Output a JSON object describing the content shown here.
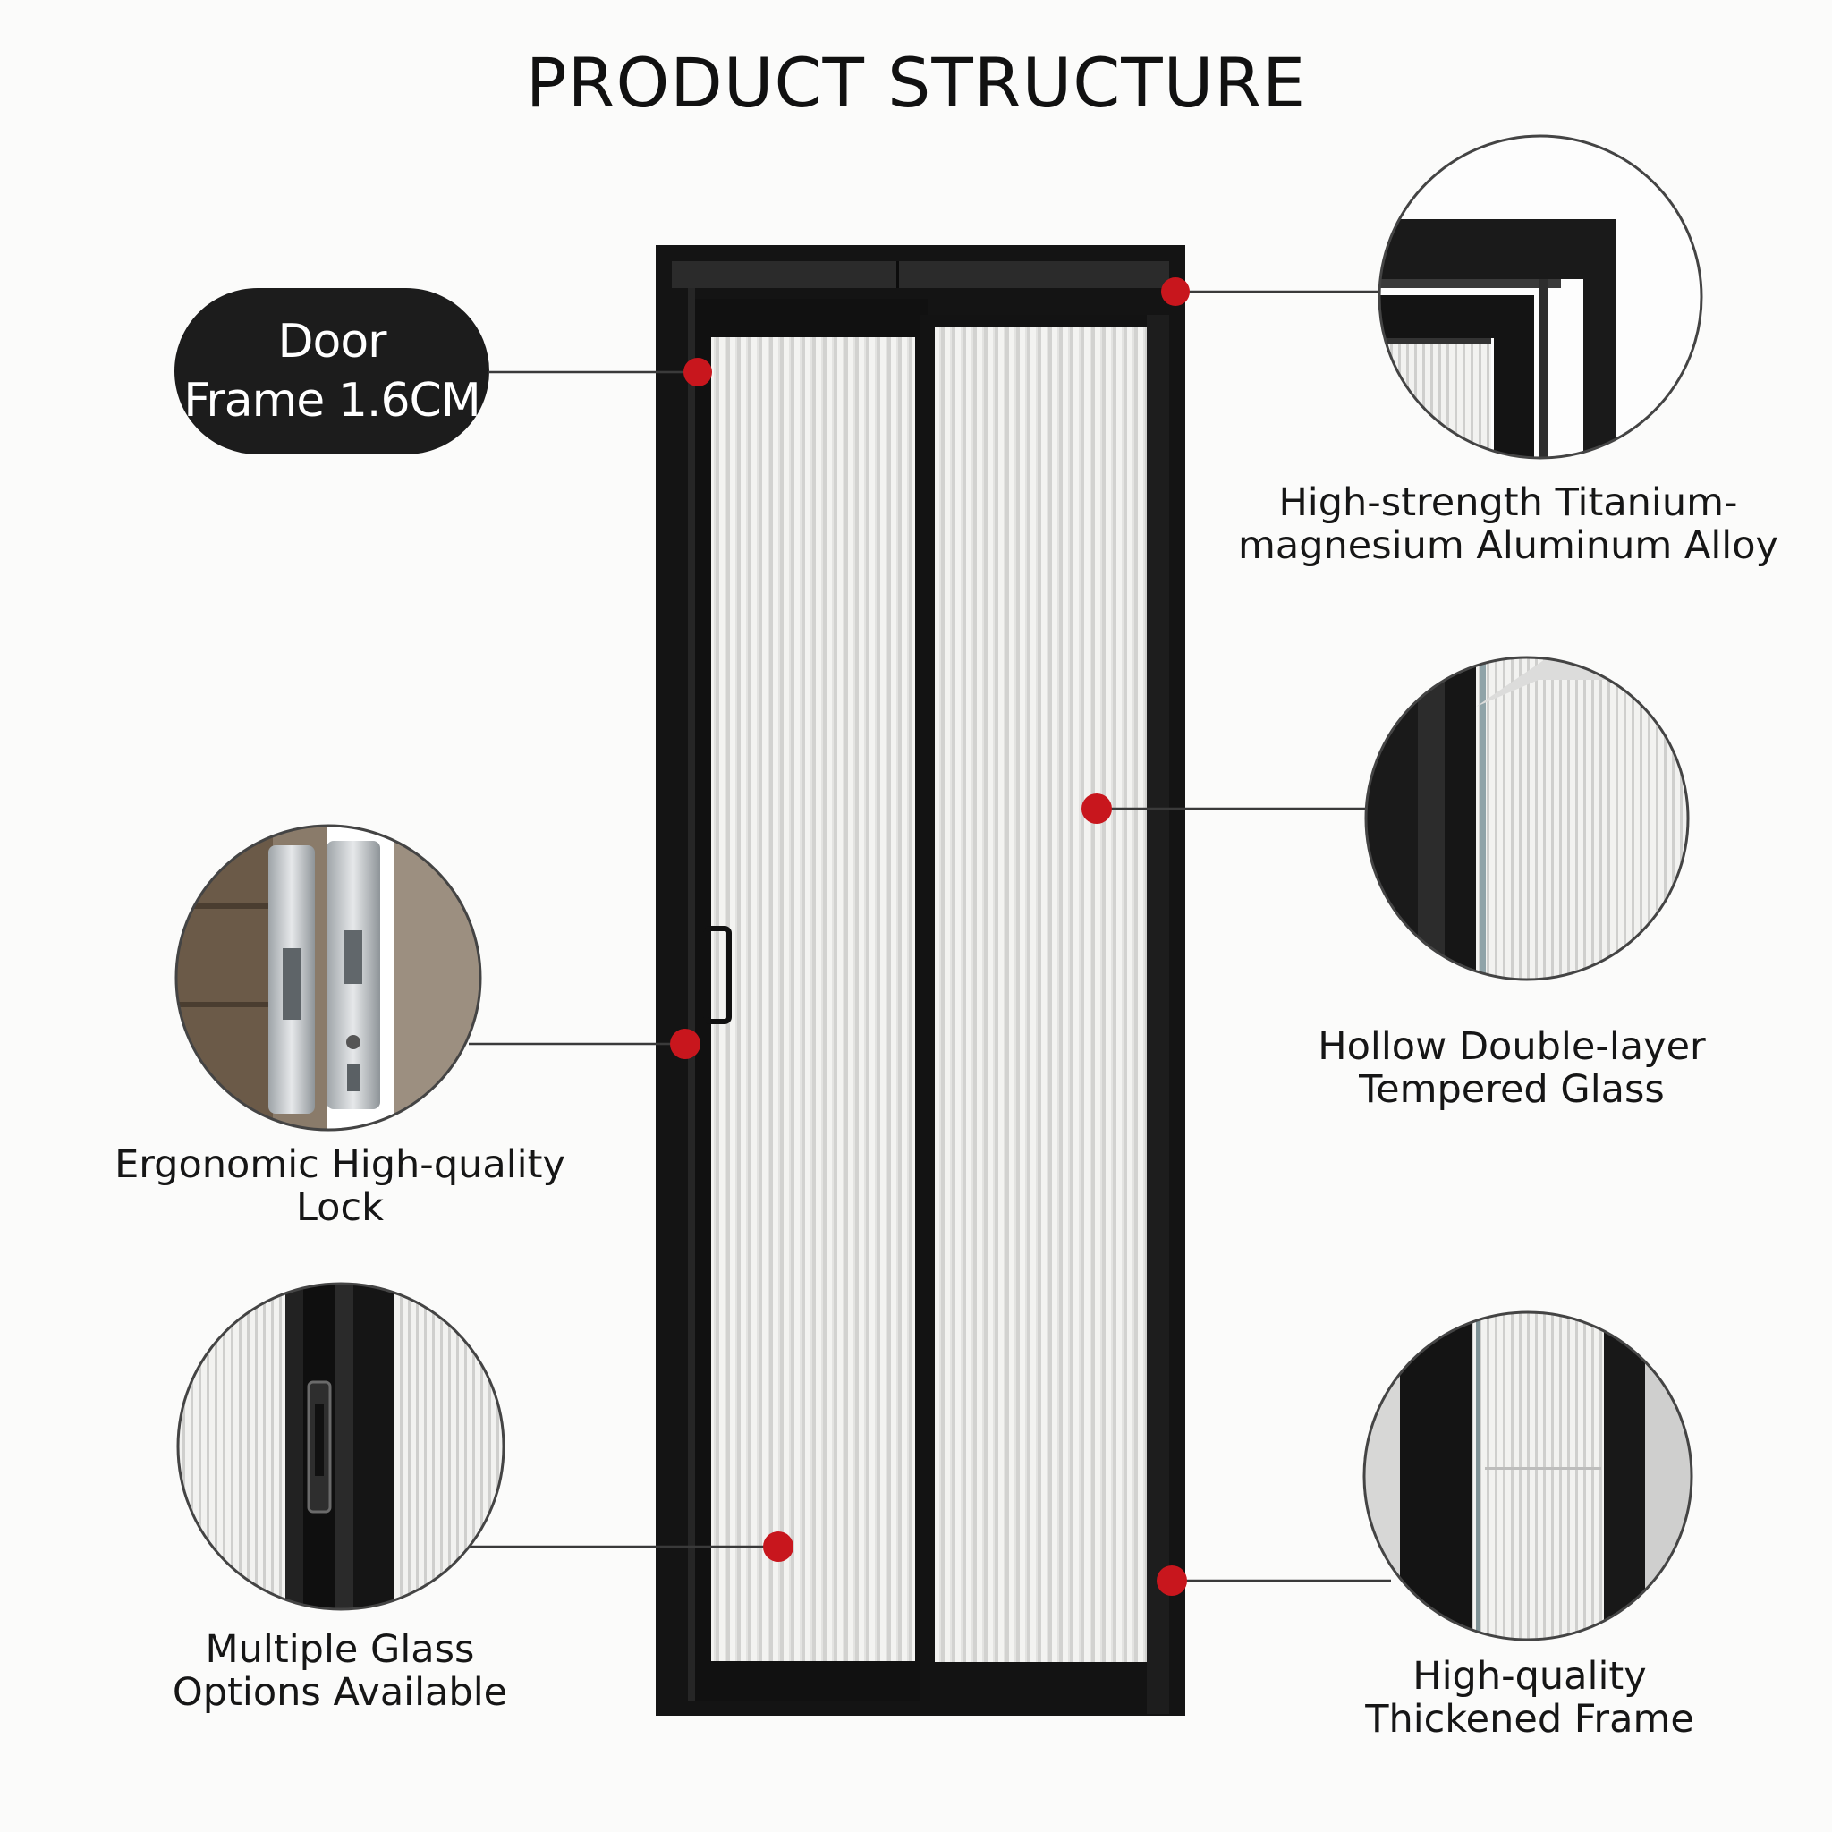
{
  "page_title": "PRODUCT STRUCTURE",
  "badge": {
    "line1": "Door",
    "line2": "Frame 1.6CM"
  },
  "callouts": {
    "frame_alloy": {
      "line1": "High-strength Titanium-",
      "line2": "magnesium Aluminum Alloy",
      "icon": "frame-corner-detail"
    },
    "glass": {
      "line1": "Hollow Double-layer",
      "line2": "Tempered Glass",
      "icon": "glass-edge-detail"
    },
    "thick_frame": {
      "line1": "High-quality",
      "line2": "Thickened Frame",
      "icon": "frame-profile-detail"
    },
    "lock": {
      "line1": "Ergonomic High-quality",
      "line2": "Lock",
      "icon": "lock-hardware-detail"
    },
    "glass_options": {
      "line1": "Multiple Glass",
      "line2": "Options Available",
      "icon": "handle-glass-detail"
    }
  },
  "colors": {
    "frame": "#141414",
    "marker": "#c8161d",
    "glass": "#eeeeec",
    "badge": "#1c1c1c",
    "background": "#fbfbfa"
  }
}
